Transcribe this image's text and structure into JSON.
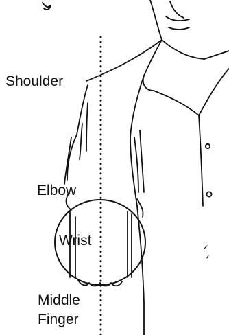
{
  "labels": {
    "shoulder": "Shoulder",
    "elbow": "Elbow",
    "wrist": "Wrist",
    "middle": "Middle",
    "finger": "Finger"
  },
  "colors": {
    "ink": "#111111",
    "background": "#ffffff"
  }
}
